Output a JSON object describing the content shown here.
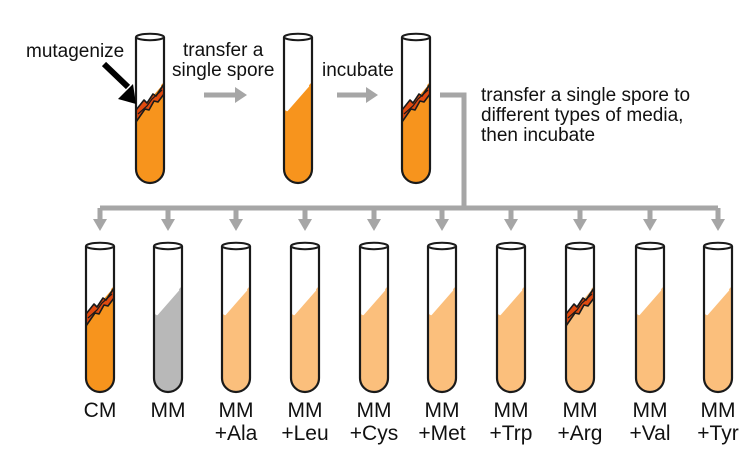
{
  "steps": {
    "mutagenize": "mutagenize",
    "transfer_line1": "transfer a",
    "transfer_line2": "single spore",
    "incubate": "incubate",
    "media_line1": "transfer a single spore to",
    "media_line2": "different types of media,",
    "media_line3": "then incubate"
  },
  "media": [
    {
      "line1": "CM",
      "line2": "",
      "growth": true,
      "color": "orange"
    },
    {
      "line1": "MM",
      "line2": "",
      "growth": false,
      "color": "gray"
    },
    {
      "line1": "MM",
      "line2": "+Ala",
      "growth": false,
      "color": "light-orange"
    },
    {
      "line1": "MM",
      "line2": "+Leu",
      "growth": false,
      "color": "light-orange"
    },
    {
      "line1": "MM",
      "line2": "+Cys",
      "growth": false,
      "color": "light-orange"
    },
    {
      "line1": "MM",
      "line2": "+Met",
      "growth": false,
      "color": "light-orange"
    },
    {
      "line1": "MM",
      "line2": "+Trp",
      "growth": false,
      "color": "light-orange"
    },
    {
      "line1": "MM",
      "line2": "+Arg",
      "growth": true,
      "color": "light-orange"
    },
    {
      "line1": "MM",
      "line2": "+Val",
      "growth": false,
      "color": "light-orange"
    },
    {
      "line1": "MM",
      "line2": "+Tyr",
      "growth": false,
      "color": "light-orange"
    }
  ],
  "colors": {
    "orange": "#f7941d",
    "light-orange": "#fbbf7c",
    "gray": "#b8b8b8",
    "growth": "#e04a0f",
    "growth_outline": "#1a1a1a",
    "connector": "#a6a6a6",
    "outline": "#1a1a1a"
  },
  "icons": {
    "pointer": "black-arrow-icon",
    "process": "gray-arrow-icon",
    "culture": "test-tube-icon"
  }
}
